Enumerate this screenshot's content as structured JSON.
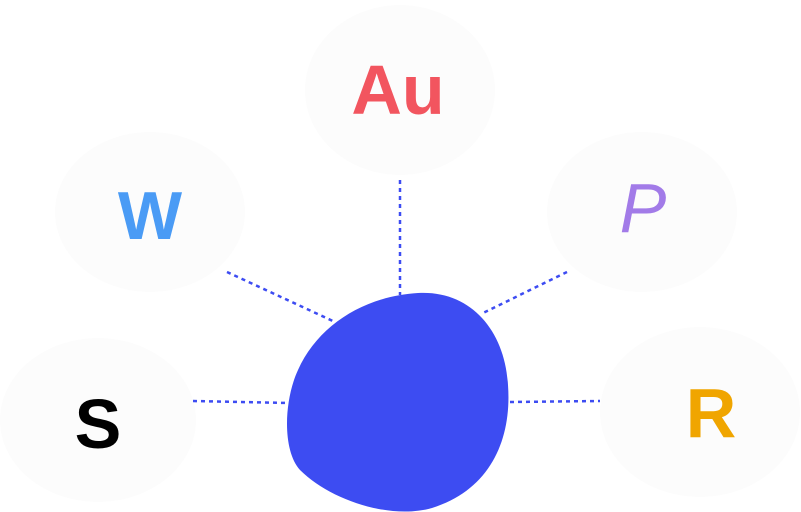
{
  "nodes": {
    "top": {
      "label": "Au",
      "color": "#f2555f"
    },
    "upper_left": {
      "label": "W",
      "color": "#4a9bf5"
    },
    "upper_right": {
      "label": "P",
      "color": "#a27be8"
    },
    "lower_left": {
      "label": "S",
      "color": "#000000"
    },
    "lower_right": {
      "label": "R",
      "color": "#f0a500"
    }
  },
  "center": {
    "color": "#3d4cf2"
  }
}
